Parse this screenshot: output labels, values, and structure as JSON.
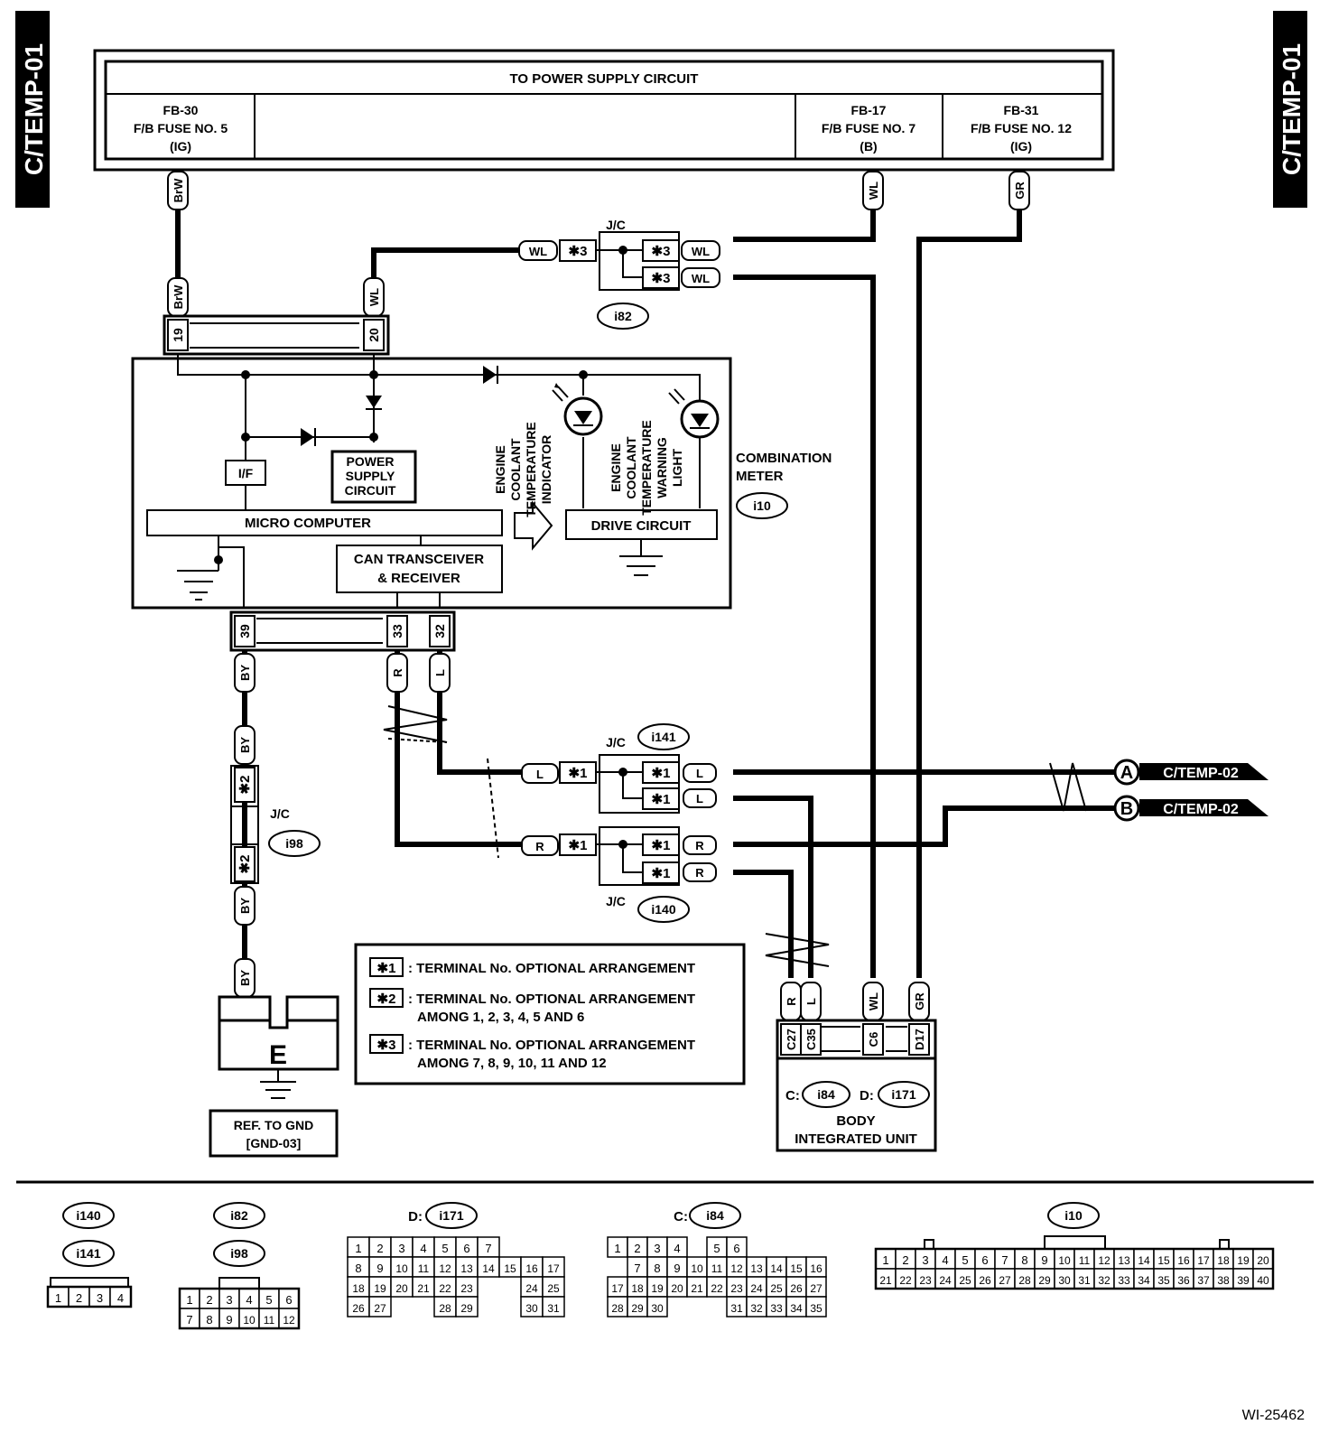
{
  "side_tab_left": "C/TEMP-01",
  "side_tab_right": "C/TEMP-01",
  "power_supply": {
    "title": "TO POWER SUPPLY CIRCUIT",
    "fuses": [
      {
        "l1": "FB-30",
        "l2": "F/B FUSE NO. 5",
        "l3": "(IG)"
      },
      {
        "l1": "FB-17",
        "l2": "F/B FUSE NO. 7",
        "l3": "(B)"
      },
      {
        "l1": "FB-31",
        "l2": "F/B FUSE NO. 12",
        "l3": "(IG)"
      }
    ]
  },
  "wire_colors": {
    "brw": "BrW",
    "wl": "WL",
    "gr": "GR",
    "by": "BY",
    "r": "R",
    "l": "L"
  },
  "terminals": {
    "t19": "19",
    "t20": "20",
    "t39": "39",
    "t33": "33",
    "t32": "32",
    "c27": "C27",
    "c35": "C35",
    "c6": "C6",
    "d17": "D17"
  },
  "jc": "J/C",
  "connectors": {
    "i82": "i82",
    "i98": "i98",
    "i141": "i141",
    "i140": "i140",
    "i10": "i10",
    "i84": "i84",
    "i171": "i171"
  },
  "opt": {
    "s1": "✱1",
    "s2": "✱2",
    "s3": "✱3"
  },
  "meter": {
    "name_l1": "COMBINATION",
    "name_l2": "METER",
    "power_l1": "POWER",
    "power_l2": "SUPPLY",
    "power_l3": "CIRCUIT",
    "iface": "I/F",
    "micro": "MICRO COMPUTER",
    "can_l1": "CAN TRANSCEIVER",
    "can_l2": "& RECEIVER",
    "drive": "DRIVE CIRCUIT",
    "indicator": [
      "ENGINE",
      "COOLANT",
      "TEMPERATURE",
      "INDICATOR"
    ],
    "warning": [
      "ENGINE",
      "COOLANT",
      "TEMPERATURE",
      "WARNING",
      "LIGHT"
    ]
  },
  "outputs": {
    "a_letter": "A",
    "a_label": "C/TEMP-02",
    "b_letter": "B",
    "b_label": "C/TEMP-02"
  },
  "ground": {
    "letter": "E",
    "ref_l1": "REF. TO GND",
    "ref_l2": "[GND-03]"
  },
  "body_unit": {
    "c_prefix": "C:",
    "d_prefix": "D:",
    "l1": "BODY",
    "l2": "INTEGRATED UNIT"
  },
  "legend": [
    {
      "key": "✱1",
      "l1": ": TERMINAL No. OPTIONAL ARRANGEMENT",
      "l2": ""
    },
    {
      "key": "✱2",
      "l1": ": TERMINAL No. OPTIONAL ARRANGEMENT",
      "l2": "AMONG 1, 2, 3, 4, 5 AND 6"
    },
    {
      "key": "✱3",
      "l1": ": TERMINAL No. OPTIONAL ARRANGEMENT",
      "l2": "AMONG 7, 8, 9, 10, 11 AND 12"
    }
  ],
  "connector_views": {
    "i140_141": {
      "row1": [
        "1",
        "2",
        "3",
        "4"
      ]
    },
    "i82_98": {
      "row1": [
        "1",
        "2",
        "3",
        "4",
        "5",
        "6"
      ],
      "row2": [
        "7",
        "8",
        "9",
        "10",
        "11",
        "12"
      ]
    },
    "i171": {
      "prefix": "D:",
      "row1": [
        "1",
        "2",
        "3",
        "4",
        "5",
        "6",
        "7"
      ],
      "row2": [
        "8",
        "9",
        "10",
        "11",
        "12",
        "13",
        "14",
        "15",
        "16",
        "17"
      ],
      "row3": [
        "18",
        "19",
        "20",
        "21",
        "22",
        "23",
        "",
        "",
        "24",
        "25"
      ],
      "row4": [
        "26",
        "27",
        "",
        "",
        "28",
        "29",
        "",
        "",
        "30",
        "31"
      ]
    },
    "i84": {
      "prefix": "C:",
      "row1": [
        "1",
        "2",
        "3",
        "4",
        "",
        "5",
        "6"
      ],
      "row2": [
        "",
        "7",
        "8",
        "9",
        "10",
        "11",
        "12",
        "13",
        "14",
        "15",
        "16"
      ],
      "row3": [
        "17",
        "18",
        "19",
        "20",
        "21",
        "22",
        "23",
        "24",
        "25",
        "26",
        "27"
      ],
      "row4": [
        "28",
        "29",
        "30",
        "",
        "",
        "",
        "31",
        "32",
        "33",
        "34",
        "35"
      ]
    },
    "i10": {
      "row1": [
        "1",
        "2",
        "3",
        "4",
        "5",
        "6",
        "7",
        "8",
        "9",
        "10",
        "11",
        "12",
        "13",
        "14",
        "15",
        "16",
        "17",
        "18",
        "19",
        "20"
      ],
      "row2": [
        "21",
        "22",
        "23",
        "24",
        "25",
        "26",
        "27",
        "28",
        "29",
        "30",
        "31",
        "32",
        "33",
        "34",
        "35",
        "36",
        "37",
        "38",
        "39",
        "40"
      ]
    }
  },
  "doc_code": "WI-25462"
}
